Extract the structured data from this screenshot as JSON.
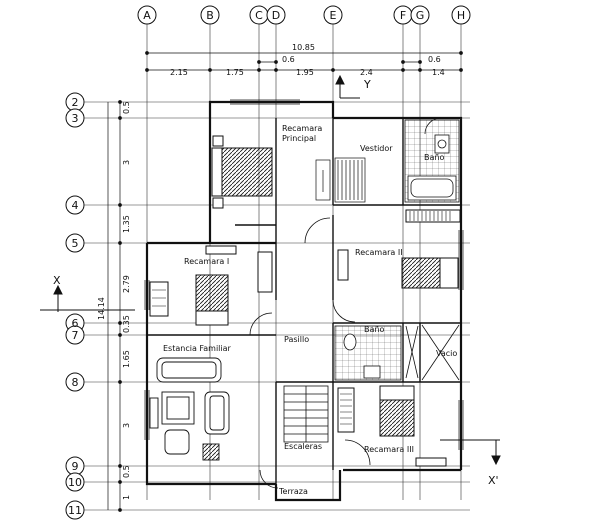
{
  "grid_columns": [
    "A",
    "B",
    "C",
    "D",
    "E",
    "F",
    "G",
    "H"
  ],
  "grid_rows": [
    "2",
    "3",
    "4",
    "5",
    "6",
    "7",
    "8",
    "9",
    "10",
    "11"
  ],
  "dimensions": {
    "top_total": "10.85",
    "top_row1": [
      "0.6",
      "0.6"
    ],
    "top_row2": [
      "2.15",
      "1.75",
      "1.95",
      "2.4",
      "1.4"
    ],
    "left_total": "14.14",
    "left_segments": [
      "0.5",
      "3",
      "1.35",
      "2.79",
      "0.35",
      "1.65",
      "3",
      "0.5",
      "1"
    ]
  },
  "axis_labels": {
    "y_top": "Y",
    "x_left": "X",
    "x_prime": "X'"
  },
  "rooms": {
    "recamara_principal": "Recamara Principal",
    "vestidor": "Vestidor",
    "bano_1": "Baño",
    "recamara_1": "Recamara I",
    "recamara_2": "Recamara II",
    "bano_2": "Baño",
    "vacio": "Vacio",
    "pasillo": "Pasillo",
    "estancia": "Estancia Familiar",
    "escaleras": "Escaleras",
    "recamara_3": "Recamara III",
    "terraza": "Terraza"
  }
}
